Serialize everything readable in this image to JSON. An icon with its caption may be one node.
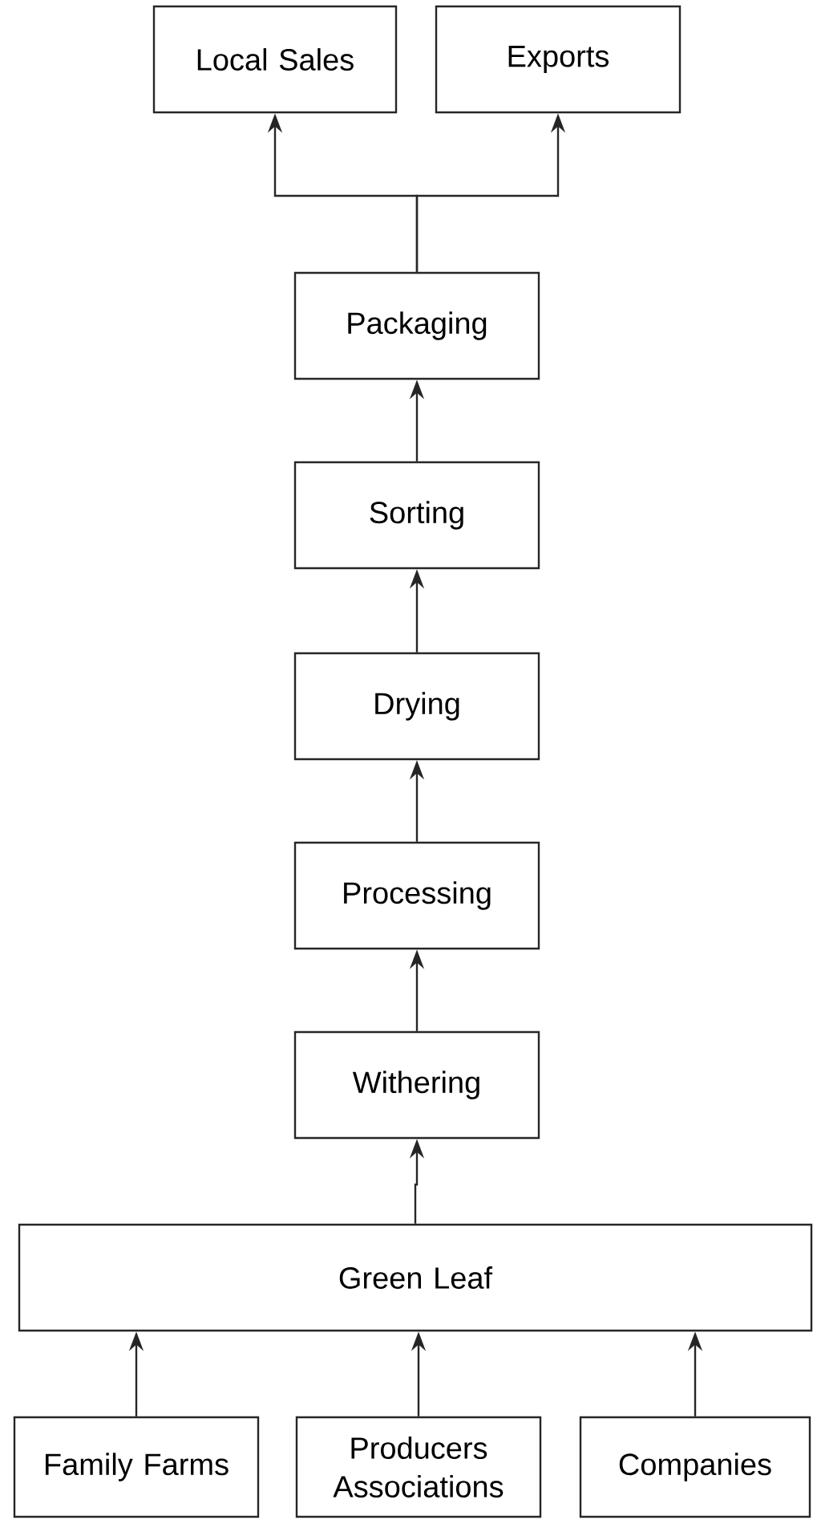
{
  "diagram": {
    "nodes": [
      {
        "text": [
          "Local Sales"
        ]
      },
      {
        "text": [
          "Exports"
        ]
      },
      {
        "text": [
          "Packaging"
        ]
      },
      {
        "text": [
          "Sorting"
        ]
      },
      {
        "text": [
          "Drying"
        ]
      },
      {
        "text": [
          "Processing"
        ]
      },
      {
        "text": [
          "Withering"
        ]
      },
      {
        "text": [
          "Green Leaf"
        ]
      },
      {
        "text": [
          "Family Farms"
        ]
      },
      {
        "text": [
          "Producers Associations"
        ]
      },
      {
        "text": [
          "Companies"
        ]
      }
    ],
    "edges": [
      {
        "from": 2,
        "to": 0,
        "arrow": "to"
      },
      {
        "from": 2,
        "to": 1,
        "arrow": "to"
      },
      {
        "from": 3,
        "to": 2,
        "arrow": "to"
      },
      {
        "from": 4,
        "to": 3,
        "arrow": "to"
      },
      {
        "from": 5,
        "to": 4,
        "arrow": "to"
      },
      {
        "from": 6,
        "to": 5,
        "arrow": "to"
      },
      {
        "from": 7,
        "to": 6,
        "arrow": "to"
      },
      {
        "from": 8,
        "to": 7,
        "arrow": "to"
      },
      {
        "from": 9,
        "to": 7,
        "arrow": "to"
      },
      {
        "from": 10,
        "to": 7,
        "arrow": "to"
      }
    ]
  }
}
